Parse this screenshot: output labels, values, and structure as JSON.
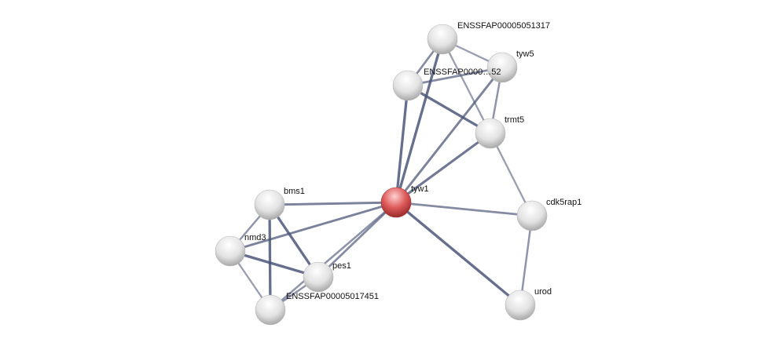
{
  "network": {
    "nodes": [
      {
        "id": "tyw1",
        "label": "tyw1",
        "query": true
      },
      {
        "id": "e51317",
        "label": "ENSSFAP00005051317"
      },
      {
        "id": "tyw5",
        "label": "tyw5"
      },
      {
        "id": "e52",
        "label": "ENSSFAP0000…52"
      },
      {
        "id": "trmt5",
        "label": "trmt5"
      },
      {
        "id": "bms1",
        "label": "bms1"
      },
      {
        "id": "nmd3",
        "label": "nmd3"
      },
      {
        "id": "pes1",
        "label": "pes1"
      },
      {
        "id": "e17451",
        "label": "ENSSFAP00005017451"
      },
      {
        "id": "cdk5rap1",
        "label": "cdk5rap1"
      },
      {
        "id": "urod",
        "label": "urod"
      }
    ],
    "edges": [
      [
        "e51317",
        "tyw5",
        0.4
      ],
      [
        "e51317",
        "e52",
        0.6
      ],
      [
        "e51317",
        "tyw1",
        0.9
      ],
      [
        "e51317",
        "trmt5",
        0.4
      ],
      [
        "e52",
        "tyw5",
        0.6
      ],
      [
        "e52",
        "trmt5",
        0.9
      ],
      [
        "e52",
        "tyw1",
        0.9
      ],
      [
        "tyw5",
        "trmt5",
        0.5
      ],
      [
        "tyw5",
        "tyw1",
        0.7
      ],
      [
        "trmt5",
        "tyw1",
        0.8
      ],
      [
        "trmt5",
        "cdk5rap1",
        0.4
      ],
      [
        "tyw1",
        "bms1",
        0.7
      ],
      [
        "tyw1",
        "nmd3",
        0.7
      ],
      [
        "tyw1",
        "pes1",
        0.6
      ],
      [
        "tyw1",
        "e17451",
        0.5
      ],
      [
        "tyw1",
        "cdk5rap1",
        0.6
      ],
      [
        "tyw1",
        "urod",
        0.9
      ],
      [
        "bms1",
        "nmd3",
        0.5
      ],
      [
        "bms1",
        "pes1",
        0.9
      ],
      [
        "bms1",
        "e17451",
        0.9
      ],
      [
        "nmd3",
        "pes1",
        0.9
      ],
      [
        "nmd3",
        "e17451",
        0.4
      ],
      [
        "pes1",
        "e17451",
        0.5
      ],
      [
        "cdk5rap1",
        "urod",
        0.5
      ]
    ],
    "colors": {
      "query": "#d94c4c",
      "node": "#e6e6e6",
      "edge": "#4a5478"
    }
  }
}
